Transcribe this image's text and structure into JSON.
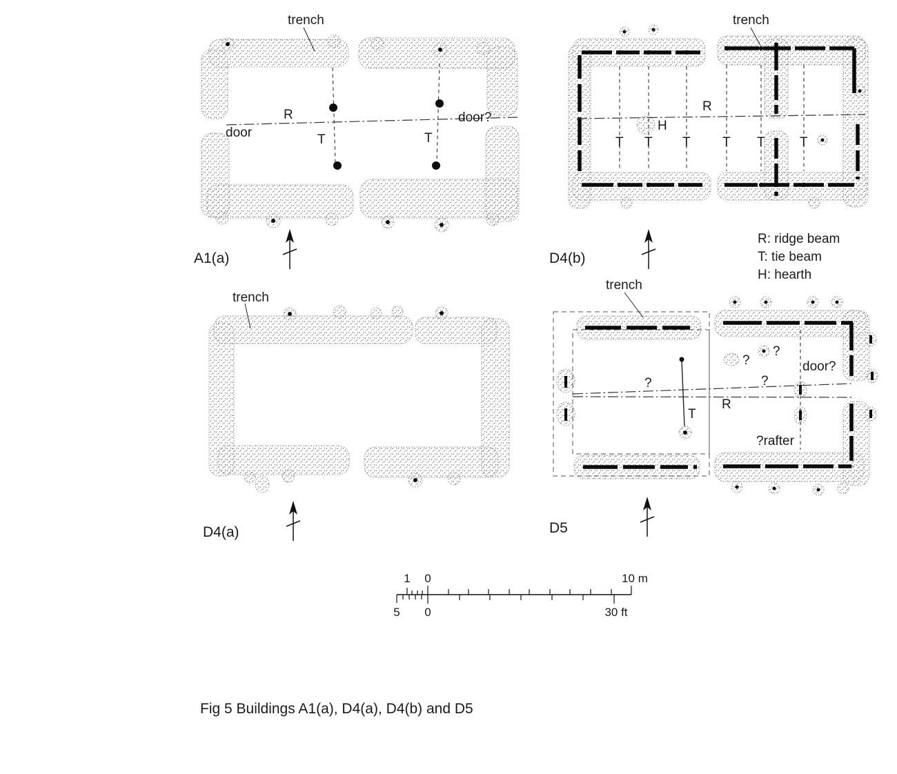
{
  "colors": {
    "ink": "#1a1a1a",
    "background": "#ffffff"
  },
  "buildings": {
    "a1a": {
      "name": "A1(a)",
      "trench": "trench",
      "door": "door",
      "door_q": "door?",
      "ridge": "R",
      "tie_a": "T",
      "tie_b": "T"
    },
    "d4b": {
      "name": "D4(b)",
      "trench": "trench",
      "ridge": "R",
      "hearth": "H",
      "ties": [
        "T",
        "T",
        "T",
        "T",
        "T",
        "T"
      ]
    },
    "d4a": {
      "name": "D4(a)",
      "trench": "trench"
    },
    "d5": {
      "name": "D5",
      "trench": "trench",
      "door_q": "door?",
      "ridge": "R",
      "tie": "T",
      "rafter": "?rafter",
      "q1": "?",
      "q2": "?",
      "q3": "?",
      "q4": "?"
    }
  },
  "legend": {
    "ridge": "R: ridge beam",
    "tie": "T:  tie beam",
    "hearth": "H: hearth"
  },
  "scale_bar": {
    "metric_one": "1",
    "metric_zero": "0",
    "metric_max": "10 m",
    "imperial_five": "5",
    "imperial_zero": "0",
    "imperial_max": "30 ft"
  },
  "caption": "Fig 5 Buildings A1(a), D4(a), D4(b) and D5"
}
